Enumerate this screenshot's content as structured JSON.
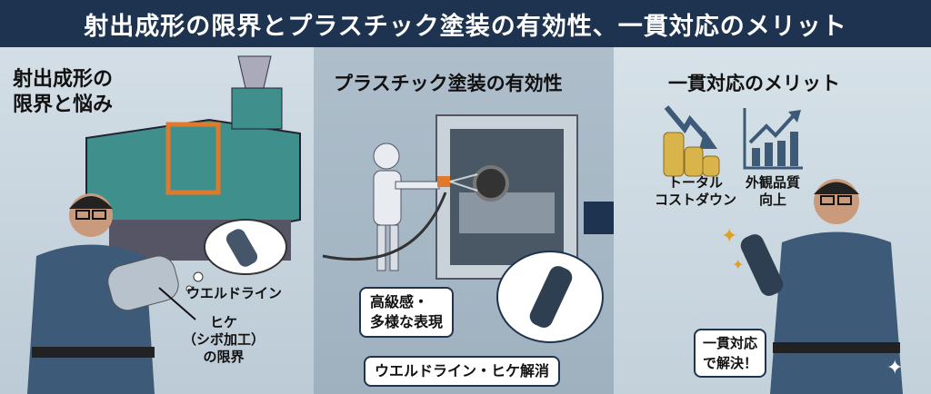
{
  "title": "射出成形の限界とプラスチック塗装の有効性、一貫対応のメリット",
  "panel1": {
    "heading_line1": "射出成形の",
    "heading_line2": "限界と悩み",
    "label_weld": "ウエルドライン",
    "label_sink_line1": "ヒケ",
    "label_sink_line2": "（シボ加工）",
    "label_sink_line3": "の限界"
  },
  "panel2": {
    "heading": "プラスチック塗装の有効性",
    "callout1_line1": "高級感・",
    "callout1_line2": "多様な表現",
    "callout2": "ウエルドライン・ヒケ解消"
  },
  "panel3": {
    "heading": "一貫対応のメリット",
    "cost_line1": "トータル",
    "cost_line2": "コストダウン",
    "quality_line1": "外観品質",
    "quality_line2": "向上",
    "badge_line1": "一貫対応",
    "badge_line2": "で解決！"
  },
  "colors": {
    "navy": "#1e3350",
    "worker": "#3d5a78",
    "machine": "#3f8f8c",
    "accent": "#e07a2a",
    "gold": "#d9b44a"
  }
}
